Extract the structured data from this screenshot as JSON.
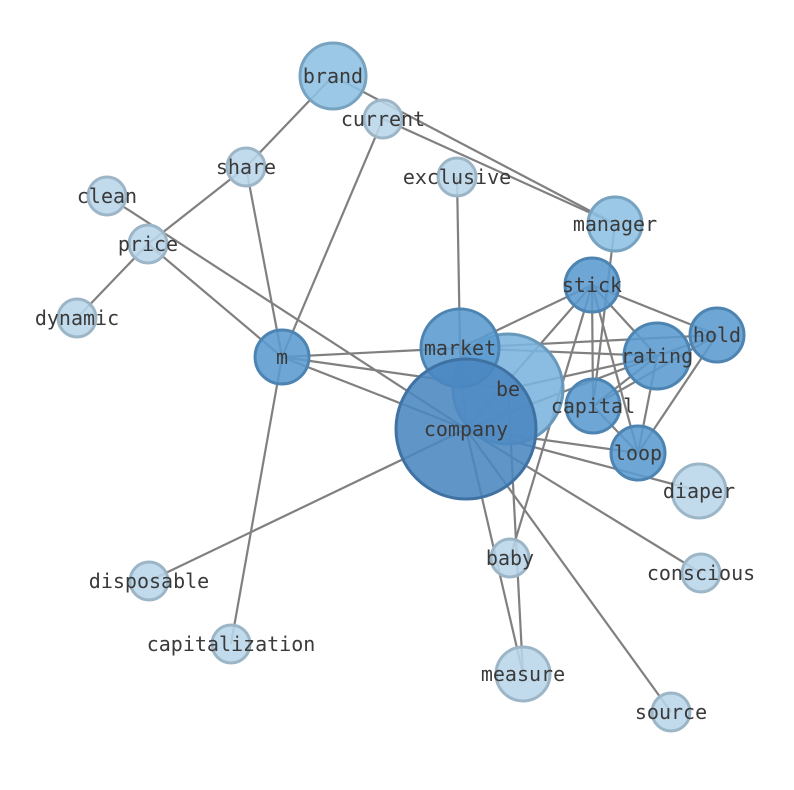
{
  "nodes": [
    {
      "id": "brand",
      "label": "brand",
      "color": "#8cc0e2"
    },
    {
      "id": "current",
      "label": "current",
      "color": "#b8d6ea"
    },
    {
      "id": "share",
      "label": "share",
      "color": "#b8d6ea"
    },
    {
      "id": "exclusive",
      "label": "exclusive",
      "color": "#b8d6ea"
    },
    {
      "id": "clean",
      "label": "clean",
      "color": "#b8d6ea"
    },
    {
      "id": "manager",
      "label": "manager",
      "color": "#8cc0e2"
    },
    {
      "id": "price",
      "label": "price",
      "color": "#b8d6ea"
    },
    {
      "id": "stick",
      "label": "stick",
      "color": "#5a9bd0"
    },
    {
      "id": "dynamic",
      "label": "dynamic",
      "color": "#b8d6ea"
    },
    {
      "id": "hold",
      "label": "hold",
      "color": "#5a9bd0"
    },
    {
      "id": "market",
      "label": "market",
      "color": "#5a9bd0"
    },
    {
      "id": "m",
      "label": "m",
      "color": "#5a9bd0"
    },
    {
      "id": "rating",
      "label": "rating",
      "color": "#5a9bd0"
    },
    {
      "id": "be",
      "label": "be",
      "color": "#7ab4dd"
    },
    {
      "id": "capital",
      "label": "capital",
      "color": "#5a9bd0"
    },
    {
      "id": "company",
      "label": "company",
      "color": "#4a86c0"
    },
    {
      "id": "loop",
      "label": "loop",
      "color": "#5a9bd0"
    },
    {
      "id": "diaper",
      "label": "diaper",
      "color": "#b8d6ea"
    },
    {
      "id": "baby",
      "label": "baby",
      "color": "#b8d6ea"
    },
    {
      "id": "conscious",
      "label": "conscious",
      "color": "#b8d6ea"
    },
    {
      "id": "disposable",
      "label": "disposable",
      "color": "#b8d6ea"
    },
    {
      "id": "capitalization",
      "label": "capitalization",
      "color": "#b8d6ea"
    },
    {
      "id": "measure",
      "label": "measure",
      "color": "#b8d6ea"
    },
    {
      "id": "source",
      "label": "source",
      "color": "#b8d6ea"
    }
  ],
  "edges": [
    [
      "brand",
      "share"
    ],
    [
      "brand",
      "manager"
    ],
    [
      "current",
      "manager"
    ],
    [
      "current",
      "m"
    ],
    [
      "share",
      "price"
    ],
    [
      "share",
      "m"
    ],
    [
      "price",
      "dynamic"
    ],
    [
      "price",
      "m"
    ],
    [
      "clean",
      "company"
    ],
    [
      "exclusive",
      "market"
    ],
    [
      "manager",
      "capital"
    ],
    [
      "stick",
      "market"
    ],
    [
      "stick",
      "hold"
    ],
    [
      "stick",
      "rating"
    ],
    [
      "stick",
      "capital"
    ],
    [
      "stick",
      "loop"
    ],
    [
      "stick",
      "baby"
    ],
    [
      "stick",
      "company"
    ],
    [
      "m",
      "market"
    ],
    [
      "m",
      "company"
    ],
    [
      "m",
      "be"
    ],
    [
      "m",
      "capitalization"
    ],
    [
      "market",
      "hold"
    ],
    [
      "market",
      "rating"
    ],
    [
      "market",
      "company"
    ],
    [
      "hold",
      "rating"
    ],
    [
      "hold",
      "capital"
    ],
    [
      "hold",
      "loop"
    ],
    [
      "rating",
      "capital"
    ],
    [
      "rating",
      "loop"
    ],
    [
      "rating",
      "company"
    ],
    [
      "rating",
      "be"
    ],
    [
      "capital",
      "loop"
    ],
    [
      "company",
      "loop"
    ],
    [
      "company",
      "diaper"
    ],
    [
      "company",
      "conscious"
    ],
    [
      "company",
      "disposable"
    ],
    [
      "company",
      "source"
    ],
    [
      "company",
      "measure"
    ],
    [
      "be",
      "measure"
    ]
  ]
}
